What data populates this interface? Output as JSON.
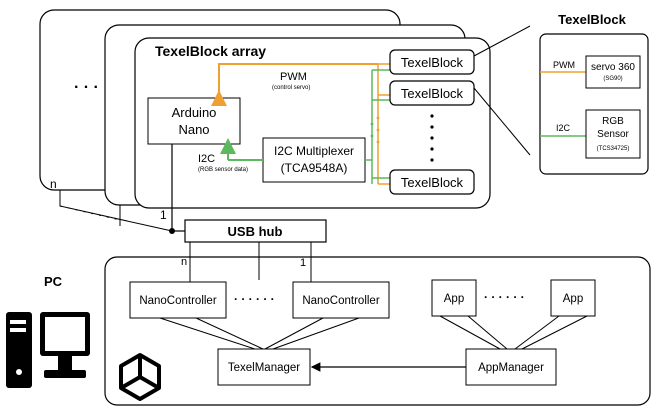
{
  "array": {
    "title": "TexelBlock array",
    "arduino": [
      "Arduino",
      "Nano"
    ],
    "pwm_label": "PWM",
    "pwm_note": "(control servo)",
    "i2c_label": "I2C",
    "i2c_note": "(RGB sensor data)",
    "mux": [
      "I2C Multiplexer",
      "(TCA9548A)"
    ],
    "blocks": [
      "TexelBlock",
      "TexelBlock",
      "TexelBlock"
    ],
    "ellipsis_left": "· · ·",
    "stack_n": "n",
    "stack_1": "1"
  },
  "detail": {
    "title": "TexelBlock",
    "pwm_label": "PWM",
    "servo": [
      "servo 360",
      "(SG90)"
    ],
    "i2c_label": "I2C",
    "sensor": [
      "RGB",
      "Sensor",
      "(TCS34725)"
    ]
  },
  "usb": {
    "title": "USB hub",
    "port_n": "n",
    "port_1": "1"
  },
  "pc": {
    "label": "PC",
    "nano_left": "NanoController",
    "nano_right": "NanoController",
    "dots": "· · · · · ·",
    "texel_manager": "TexelManager",
    "app_left": "App",
    "app_right": "App",
    "app_dots": "· · · · · ·",
    "app_manager": "AppManager"
  },
  "colors": {
    "pwm": "#f0a030",
    "i2c": "#5cb85c"
  },
  "icons": [
    "computer-icon",
    "unity-logo-icon"
  ]
}
